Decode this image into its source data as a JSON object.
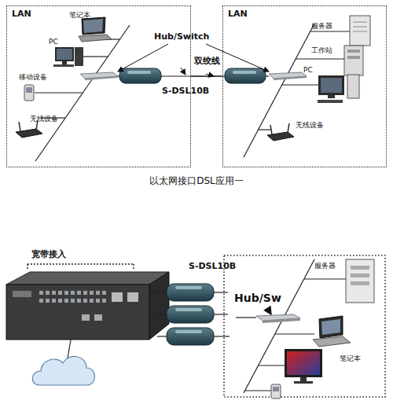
{
  "diagram": {
    "caption": "以太网接口DSL应用一",
    "nodes": [
      {
        "text": [
          "LAN"
        ]
      },
      {
        "text": [
          "LAN"
        ]
      }
    ],
    "edges": [
      {
        "from": 0,
        "to": 1,
        "arrow": "none",
        "label": "双绞线"
      }
    ],
    "labels": [
      "笔记本",
      "PC",
      "移动设备",
      "无线设备",
      "Hub/Switch",
      "S-DSL10B",
      "服务器",
      "工作站",
      "PC",
      "无线设备",
      "宽带接入",
      "S-DSL10B",
      "Hub/Sw",
      "服务器",
      "笔记本"
    ]
  }
}
